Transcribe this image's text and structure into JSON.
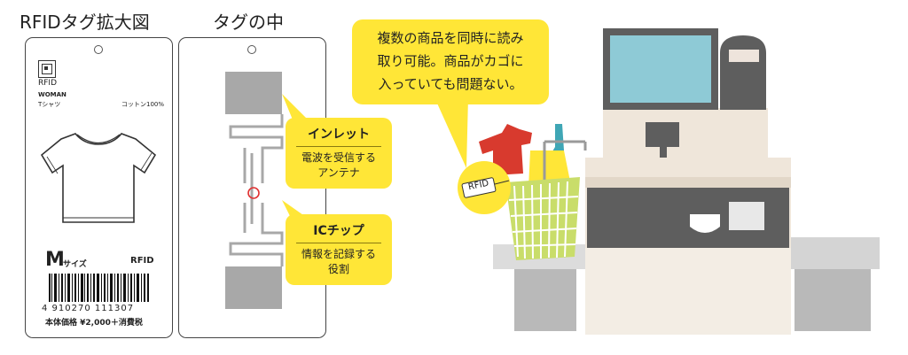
{
  "captions": {
    "tag_enlarged": "RFIDタグ拡大図",
    "tag_inside": "タグの中"
  },
  "tag": {
    "logo_text": "RFID",
    "brand": "WOMAN",
    "item": "Tシャツ",
    "material": "コットン100%",
    "size_letter": "M",
    "size_suffix": "サイズ",
    "rfid_label": "RFID",
    "barcode_number": "4 910270 111307",
    "price": "本体価格 ¥2,000＋消費税"
  },
  "callouts": {
    "inlet": {
      "title": "インレット",
      "desc_1": "電波を受信する",
      "desc_2": "アンテナ"
    },
    "ic_chip": {
      "title": "ICチップ",
      "desc_1": "情報を記録する",
      "desc_2": "役割"
    }
  },
  "speech": {
    "line_1": "複数の商品を同時に読み",
    "line_2": "取り可能。商品がカゴに",
    "line_3": "入っていても問題ない。"
  },
  "basket_tag_label": "RFID",
  "colors": {
    "yellow": "#ffe637",
    "inlet_gray": "#a8a8a8",
    "chip_red": "#e03030",
    "screen_blue": "#8ecad6",
    "register_beige": "#efe6da",
    "panel_dark": "#5e5e5e",
    "basket_green": "#c9dd6a",
    "shirt_red": "#d83a2e",
    "sock_teal": "#3fa6b5"
  }
}
